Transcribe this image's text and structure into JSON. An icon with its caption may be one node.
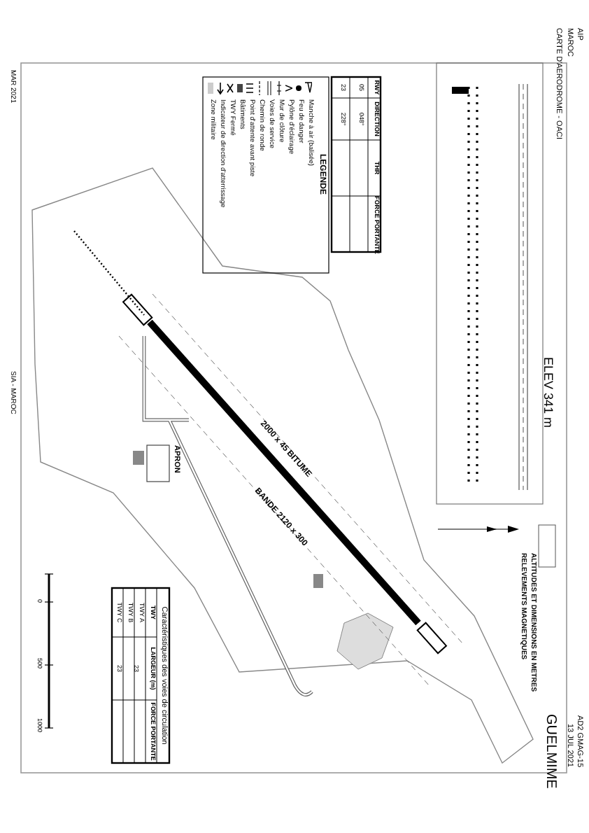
{
  "diagram": {
    "title": "CARTE D'AERODROME - OACI",
    "labels": [
      "AIP",
      "MAROC",
      "AD2 GMAG-15",
      "13 JUL 2021",
      "ELEV 341 m",
      "GUELMIME",
      "ALTITUDES ET DIMENSIONS EN METRES",
      "RELEVEMENTS MAGNETIQUES",
      "RWY",
      "DIRECTION",
      "THR",
      "FORCE PORTANTE",
      "05",
      "048°",
      "23",
      "228°",
      "LEGENDE",
      "2000 x 45 BITUME",
      "BANDE 2120 x 300",
      "APRON",
      "Caractéristiques des voies de circulation",
      "TWY",
      "LARGEUR (m)",
      "FORCE PORTANTE",
      "TWY A",
      "23",
      "TWY B",
      "TWY C",
      "23",
      "0",
      "500",
      "1000",
      "MAR 2021",
      "SIA - MAROC"
    ],
    "legend": [
      {
        "text": "Manche à air (balisée)"
      },
      {
        "text": "Feu de danger"
      },
      {
        "text": "Pylône d'éclairage"
      },
      {
        "text": "Mur de clôture"
      },
      {
        "text": "Voies de service"
      },
      {
        "text": "Chemin de ronde"
      },
      {
        "text": "Point d'attente avant piste"
      },
      {
        "text": "Bâtiments"
      },
      {
        "text": "TWY Fermé"
      },
      {
        "text": "Indicateur de direction d'atterrissage"
      },
      {
        "text": "Zone militaire"
      }
    ]
  }
}
